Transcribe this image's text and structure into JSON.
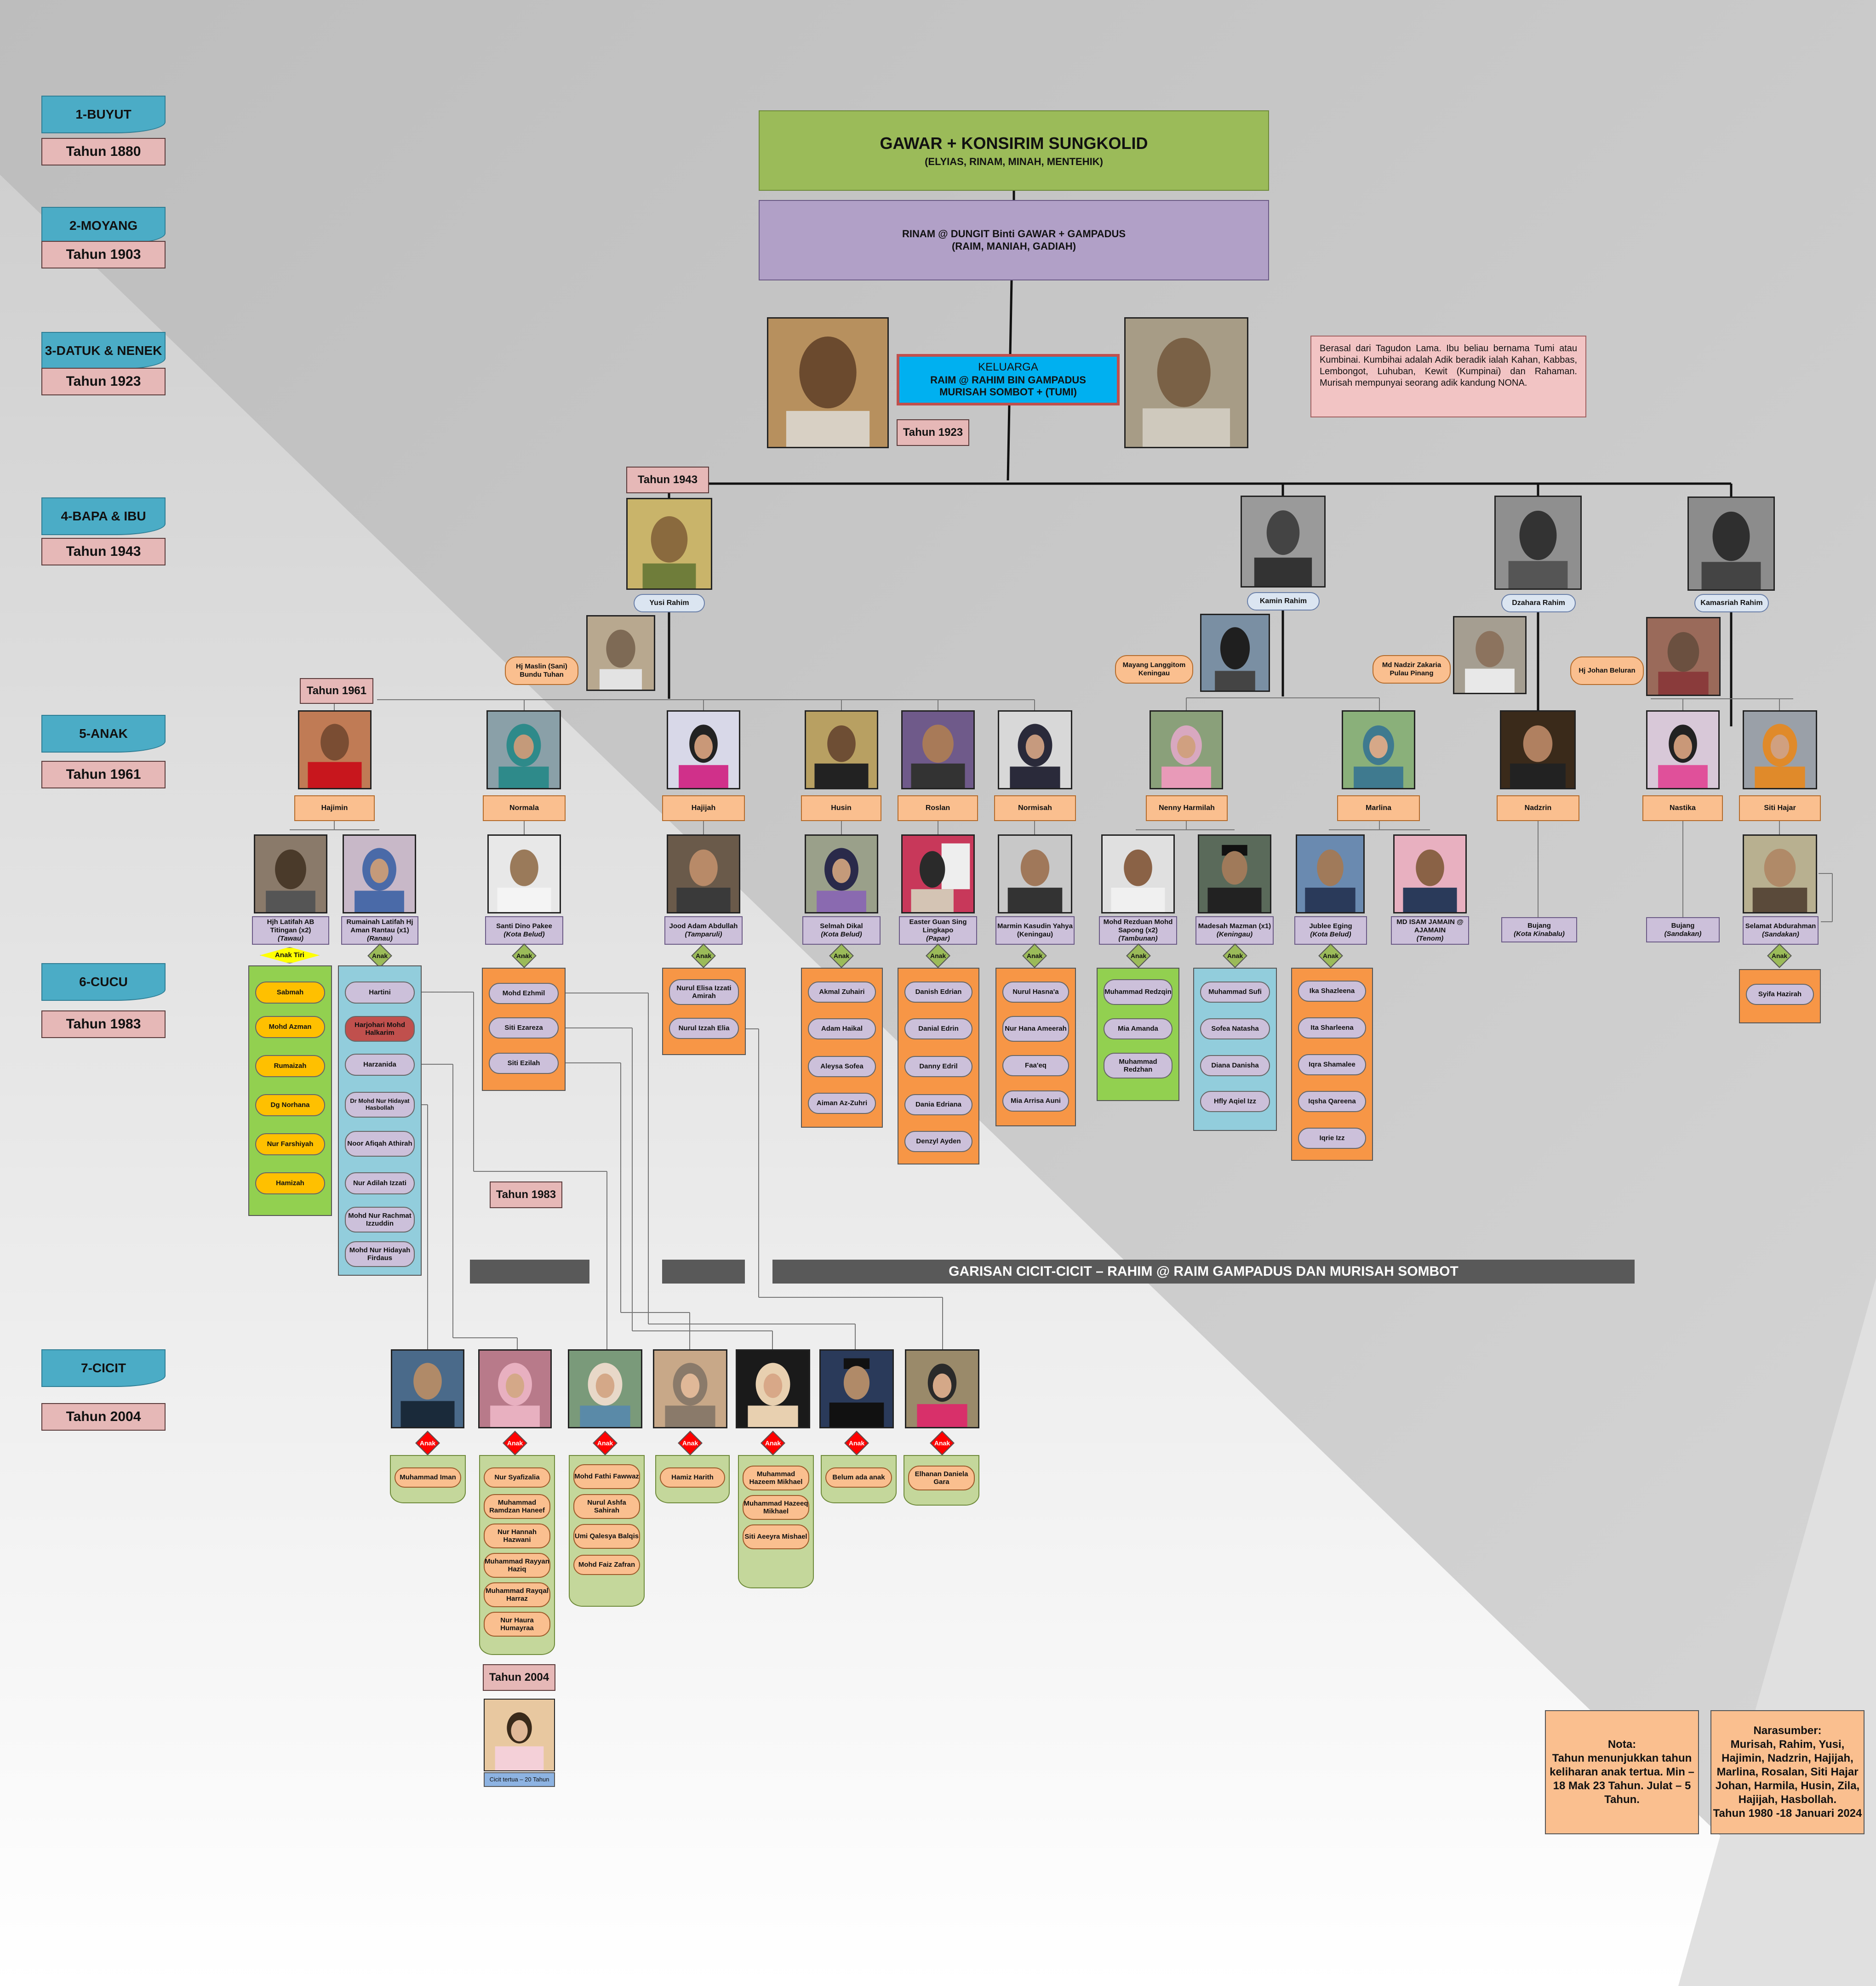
{
  "generations": [
    {
      "label": "1-BUYUT",
      "year": "Tahun 1880"
    },
    {
      "label": "2-MOYANG",
      "year": "Tahun 1903"
    },
    {
      "label": "3-DATUK & NENEK",
      "year": "Tahun 1923"
    },
    {
      "label": "4-BAPA & IBU",
      "year": "Tahun 1943"
    },
    {
      "label": "5-ANAK",
      "year": "Tahun 1961"
    },
    {
      "label": "6-CUCU",
      "year": "Tahun 1983"
    },
    {
      "label": "7-CICIT",
      "year": "Tahun 2004"
    }
  ],
  "top": {
    "title": "GAWAR + KONSIRIM SUNGKOLID",
    "subtitle": "(ELYIAS, RINAM, MINAH, MENTEHIK)"
  },
  "moyang": {
    "line1": "RINAM @ DUNGIT Binti GAWAR + GAMPADUS",
    "line2": "(RAIM, MANIAH, GADIAH)"
  },
  "keluarga": {
    "line1": "KELUARGA",
    "line2": "RAIM @ RAHIM BIN GAMPADUS",
    "line3": "MURISAH SOMBOT + (TUMI)",
    "year": "Tahun 1923"
  },
  "note_murisah": "Berasal dari Tagudon Lama. Ibu beliau bernama Tumi atau Kumbinai. Kumbihai adalah Adik beradik ialah Kahan, Kabbas, Lembongot, Luhuban, Kewit (Kumpinai) dan Rahaman. Murisah mempunyai seorang adik kandung NONA.",
  "year_labels": {
    "y1943": "Tahun 1943",
    "y1961": "Tahun 1961",
    "y1983": "Tahun 1983",
    "y2004": "Tahun 2004"
  },
  "gen4": [
    {
      "name": "Yusi Rahim"
    },
    {
      "name": "Kamin Rahim"
    },
    {
      "name": "Dzahara Rahim"
    },
    {
      "name": "Kamasriah Rahim"
    }
  ],
  "gen4_spouses": [
    {
      "name": "Hj Maslin (Sani) Bundu Tuhan"
    },
    {
      "name": "Mayang Langgitom Keningau"
    },
    {
      "name": "Md Nadzir Zakaria Pulau Pinang"
    },
    {
      "name": "Hj Johan Beluran"
    }
  ],
  "anak": [
    "Hajimin",
    "Normala",
    "Hajijah",
    "Husin",
    "Roslan",
    "Normisah",
    "Nenny Harmilah",
    "Marlina",
    "Nadzrin",
    "Nastika",
    "Siti Hajar"
  ],
  "anak_spouses": [
    {
      "name": "Hjh Latifah AB Titingan (x2)",
      "place": "(Tawau)"
    },
    {
      "name": "Rumainah Latifah Hj Aman Rantau (x1)",
      "place": "(Ranau)"
    },
    {
      "name": "Santi Dino Pakee",
      "place": "(Kota Belud)"
    },
    {
      "name": "Jood Adam Abdullah",
      "place": "(Tamparuli)"
    },
    {
      "name": "Selmah Dikal",
      "place": "(Kota Belud)"
    },
    {
      "name": "Easter Guan Sing Lingkapo",
      "place": "(Papar)"
    },
    {
      "name": "Marmin Kasudin Yahya (Keningau)",
      "place": ""
    },
    {
      "name": "Mohd Rezduan Mohd Sapong (x2)",
      "place": "(Tambunan)"
    },
    {
      "name": "Madesah Mazman (x1)",
      "place": "(Keningau)"
    },
    {
      "name": "Jublee Eging",
      "place": "(Kota Belud)"
    },
    {
      "name": "MD ISAM JAMAIN @ AJAMAIN",
      "place": "(Tenom)"
    },
    {
      "name": "Bujang",
      "place": "(Kota Kinabalu)"
    },
    {
      "name": "Bujang",
      "place": "(Sandakan)"
    },
    {
      "name": "Selamat Abdurahman",
      "place": "(Sandakan)"
    }
  ],
  "anak_tiri": "Anak Tiri",
  "anak_word": "Anak",
  "cucu_groups": [
    [
      "Sabmah",
      "Mohd Azman",
      "Rumaizah",
      "Dg Norhana",
      "Nur Farshiyah",
      "Hamizah"
    ],
    [
      "Hartini",
      "Harjohari Mohd Halkarim",
      "Harzanida",
      "Dr Mohd Nur Hidayat Hasbollah",
      "Noor Afiqah Athirah",
      "Nur Adilah Izzati",
      "Mohd Nur Rachmat Izzuddin",
      "Mohd Nur Hidayah Firdaus"
    ],
    [
      "Mohd Ezhmil",
      "Siti Ezareza",
      "Siti Ezilah"
    ],
    [
      "Nurul Elisa Izzati Amirah",
      "Nurul Izzah Elia"
    ],
    [
      "Akmal Zuhairi",
      "Adam Haikal",
      "Aleysa Sofea",
      "Aiman Az-Zuhri"
    ],
    [
      "Danish Edrian",
      "Danial Edrin",
      "Danny Edril",
      "Dania Edriana",
      "Denzyl Ayden"
    ],
    [
      "Nurul Hasna'a",
      "Nur Hana Ameerah",
      "Faa'eq",
      "Mia Arrisa Auni"
    ],
    [
      "Muhammad Redzqin",
      "Mia Amanda",
      "Muhammad Redzhan"
    ],
    [
      "Muhammad Sufi",
      "Sofea Natasha",
      "Diana Danisha",
      "Hfly Aqiel Izz"
    ],
    [
      "Ika Shazleena",
      "Ita Sharleena",
      "Iqra Shamalee",
      "Iqsha Qareena",
      "Iqrie Izz"
    ],
    [
      "Syifa Hazirah"
    ]
  ],
  "banner": "GARISAN CICIT-CICIT – RAHIM @ RAIM GAMPADUS DAN MURISAH SOMBOT",
  "cicit_groups": [
    [
      "Muhammad Iman"
    ],
    [
      "Nur Syafizalia",
      "Muhammad Ramdzan Haneef",
      "Nur Hannah Hazwani",
      "Muhammad Rayyan Haziq",
      "Muhammad Rayqal Harraz",
      "Nur Haura Humayraa"
    ],
    [
      "Mohd Fathi Fawwaz",
      "Nurul Ashfa Sahirah",
      "Umi Qalesya Balqis",
      "Mohd Faiz Zafran"
    ],
    [
      "Hamiz Harith"
    ],
    [
      "Muhammad Hazeem Mikhael",
      "Muhammad Hazeeq Mikhael",
      "Siti Aeeyra Mishael"
    ],
    [
      "Belum ada anak"
    ],
    [
      "Elhanan Daniela Gara"
    ]
  ],
  "eldest_cicit_caption": "Cicit tertua – 20 Tahun",
  "nota": {
    "title": "Nota:",
    "text": "Tahun menunjukkan tahun keliharan anak tertua. Min – 18 Mak 23 Tahun. Julat – 5 Tahun."
  },
  "narasumber": {
    "title": "Narasumber:",
    "text": "Murisah, Rahim, Yusi, Hajimin, Nadzrin, Hajijah, Marlina, Rosalan, Siti Hajar Johan, Harmila, Husin, Zila, Hajijah, Hasbollah.",
    "date": "Tahun 1980 -18 Januari 2024"
  },
  "colors": {
    "gen_label": "#4bacc6",
    "year_box": "#e6b8b7",
    "top_box": "#9bbb59",
    "moyang_box": "#b1a0c7",
    "keluarga_box": "#00b0f0",
    "name_box": "#fabf8f",
    "spouse_box": "#ccc0da",
    "col_green": "#92d050",
    "col_blue": "#92cddc",
    "col_orange": "#f79646",
    "banner": "#595959",
    "cicit_col": "#c4d79b"
  }
}
